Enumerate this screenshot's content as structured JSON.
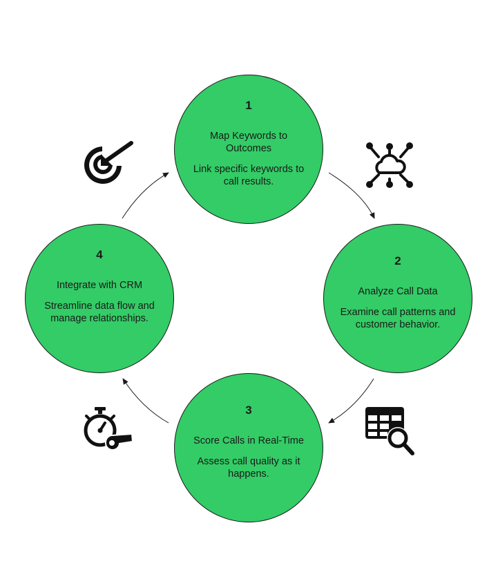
{
  "colors": {
    "node_fill": "#33CC66",
    "outline": "#1a1a1a",
    "icon": "#111111"
  },
  "steps": [
    {
      "number": "1",
      "title": "Map Keywords to Outcomes",
      "description": "Link specific keywords to call results.",
      "icon": "target-arrow-icon"
    },
    {
      "number": "2",
      "title": "Analyze Call Data",
      "description": "Examine call patterns and customer behavior.",
      "icon": "cloud-network-icon"
    },
    {
      "number": "3",
      "title": "Score Calls in Real-Time",
      "description": "Assess call quality as it happens.",
      "icon": "table-search-icon"
    },
    {
      "number": "4",
      "title": "Integrate with CRM",
      "description": "Streamline data flow and manage relationships.",
      "icon": "stopwatch-whistle-icon"
    }
  ]
}
